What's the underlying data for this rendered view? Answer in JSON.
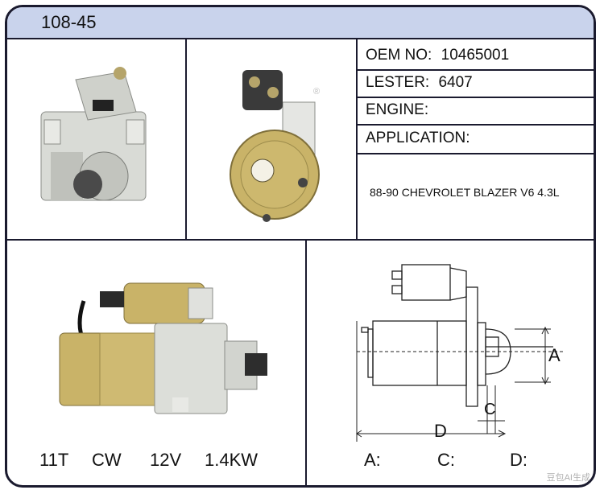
{
  "header": {
    "title": "108-45"
  },
  "specs": [
    {
      "label": "OEM NO:",
      "value": "10465001"
    },
    {
      "label": "LESTER:",
      "value": "6407"
    },
    {
      "label": "ENGINE:",
      "value": ""
    },
    {
      "label": "APPLICATION:",
      "value": ""
    }
  ],
  "application_text": "88-90 CHEVROLET BLAZER V6 4.3L",
  "ratings": {
    "teeth": "11T",
    "rotation": "CW",
    "voltage": "12V",
    "power": "1.4KW"
  },
  "diagram": {
    "dim_a": "A",
    "dim_c": "C",
    "dim_d": "D",
    "fields": {
      "a": "A:",
      "c": "C:",
      "d": "D:"
    }
  },
  "watermark": "豆包AI生成",
  "colors": {
    "header_bg": "#c9d3ec",
    "border": "#1a1a2e",
    "brass": "#c9b368",
    "aluminum": "#d9dbd6"
  }
}
